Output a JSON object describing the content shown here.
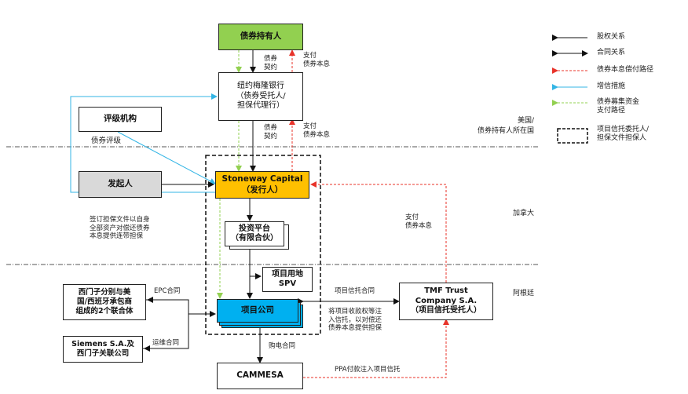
{
  "boxes": {
    "bondholders": "债券持有人",
    "mellon": "纽约梅隆银行\n（债券受托人/\n担保代理行）",
    "rating": "评级机构",
    "sponsor": "发起人",
    "issuer": "Stoneway Capital\n（发行人）",
    "platform": "投资平台\n（有限合伙）",
    "spv": "项目用地\nSPV",
    "project": "项目公司",
    "siemens_jv": "西门子分别与美\n国/西班牙承包商\n组成的2个联合体",
    "siemens": "Siemens S.A.及\n西门子关联公司",
    "tmf": "TMF Trust\nCompany S.A.\n（项目信托受托人）",
    "cammesa": "CAMMESA"
  },
  "labels": {
    "bond_contract_1": "债券\n契约",
    "pay_1": "支付\n债券本息",
    "bond_contract_2": "债券\n契约",
    "pay_2": "支付\n债券本息",
    "rating_label": "债券评级",
    "guarantee": "签订担保文件以自身\n全部资产对偿还债券\n本息提供连带担保",
    "pay_3": "支付\n债券本息",
    "epc": "EPC合同",
    "om": "运维合同",
    "trust_contract": "项目信托合同",
    "receivables": "将项目收款权等注\n入信托，以对偿还\n债券本息提供担保",
    "ppa_contract": "购电合同",
    "ppa_payment": "PPA付款注入项目信托"
  },
  "regions": {
    "usa": "美国/\n债券持有人所在国",
    "canada": "加拿大",
    "argentina": "阿根廷"
  },
  "legend": {
    "equity": "股权关系",
    "contract": "合同关系",
    "repayment": "债券本息偿付路径",
    "credit": "增信措施",
    "funding": "债券募集资金\n支付路径",
    "trust": "项目信托委托人/\n担保文件担保人"
  },
  "colors": {
    "green_box": "#92d050",
    "yellow_box": "#ffc000",
    "blue_box": "#00b0f0",
    "grey_box": "#d9d9d9",
    "red_path": "#e8332a",
    "blue_path": "#33b5e5",
    "green_path": "#92d050"
  }
}
